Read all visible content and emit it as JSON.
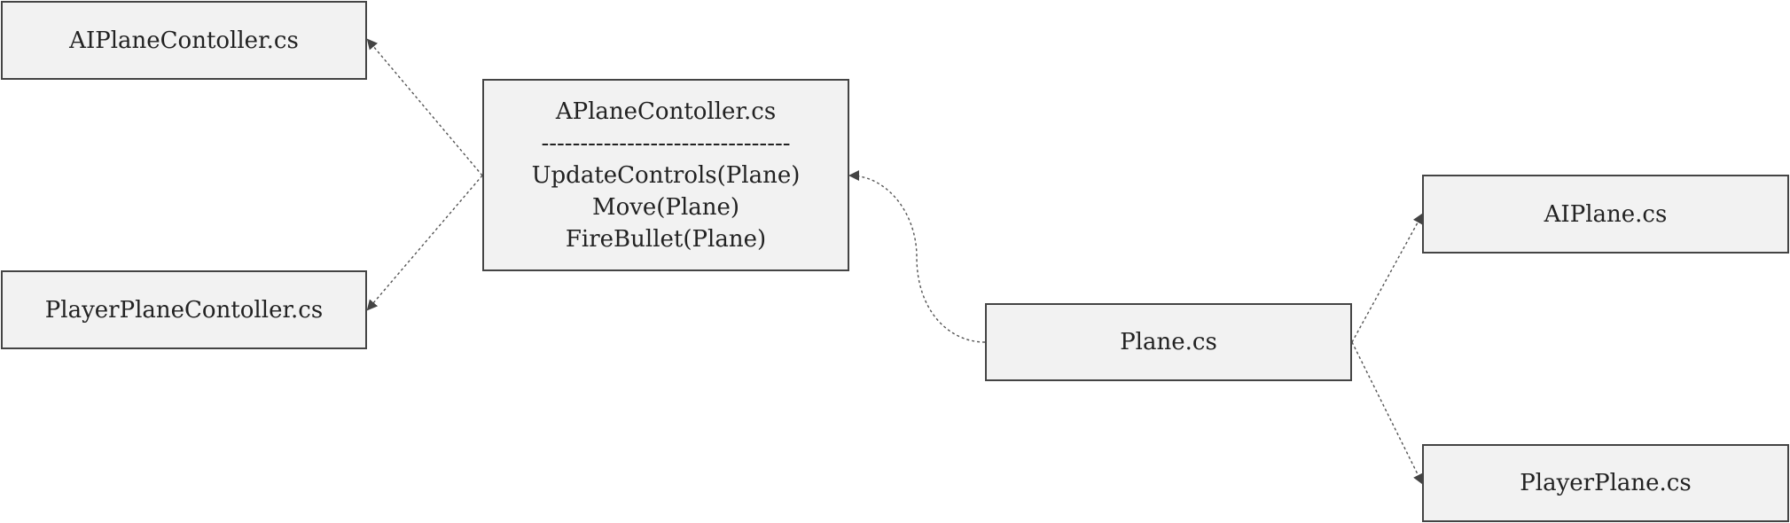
{
  "nodes": {
    "aiplane_controller": {
      "label": "AIPlaneContoller.cs"
    },
    "player_plane_controller": {
      "label": "PlayerPlaneContoller.cs"
    },
    "aplane_controller": {
      "label": "APlaneContoller.cs",
      "separator": "--------------------------------",
      "methods": [
        "UpdateControls(Plane)",
        "Move(Plane)",
        "FireBullet(Plane)"
      ]
    },
    "plane": {
      "label": "Plane.cs"
    },
    "aiplane": {
      "label": "AIPlane.cs"
    },
    "player_plane": {
      "label": "PlayerPlane.cs"
    }
  },
  "edges": [
    {
      "from": "aplane_controller",
      "to": "aiplane_controller",
      "style": "dotted",
      "arrow": "end"
    },
    {
      "from": "aplane_controller",
      "to": "player_plane_controller",
      "style": "dotted",
      "arrow": "end"
    },
    {
      "from": "plane",
      "to": "aplane_controller",
      "style": "dotted",
      "arrow": "end",
      "curve": true
    },
    {
      "from": "plane",
      "to": "aiplane",
      "style": "dotted",
      "arrow": "end"
    },
    {
      "from": "plane",
      "to": "player_plane",
      "style": "dotted",
      "arrow": "end"
    }
  ],
  "colors": {
    "node_fill": "#f2f2f2",
    "node_border": "#444444",
    "edge": "#555555",
    "text": "#222222"
  }
}
